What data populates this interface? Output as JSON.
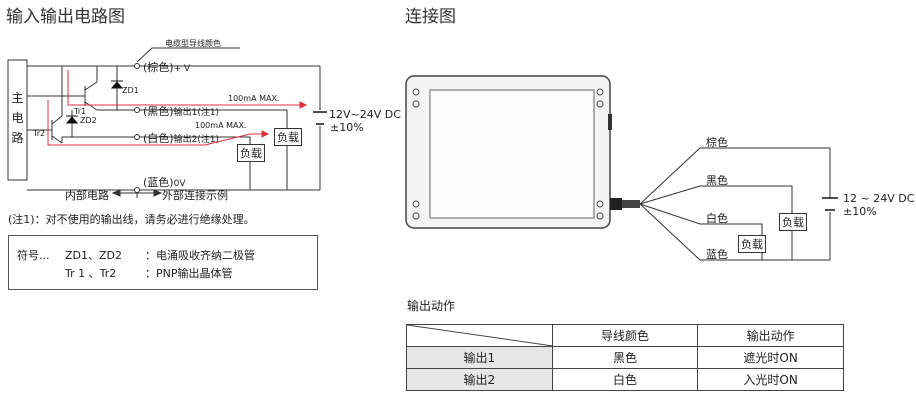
{
  "left": {
    "title": "输入输出电路图",
    "cable_color_note": "电缆型导线颜色",
    "main_circuit_chars": [
      "主",
      "电",
      "路"
    ],
    "wires": [
      {
        "color": "(棕色)",
        "suffix": "+ V"
      },
      {
        "color": "(黑色)",
        "suffix": "输出1(注1)"
      },
      {
        "color": "(白色)",
        "suffix": "输出2(注1)"
      },
      {
        "color": "(蓝色)",
        "suffix": "0V"
      }
    ],
    "zd1": "ZD1",
    "zd2": "ZD2",
    "tr1": "Tr1",
    "tr2": "Tr2",
    "current1": "100mA MAX.",
    "current2": "100mA MAX.",
    "load1": "负载",
    "load2": "负载",
    "supply": "12V~24V  DC",
    "supply_tol": "±10%",
    "internal": "内部电路",
    "external": "外部连接示例",
    "note": "(注1)：对不使用的输出线，请务必进行绝缘处理。",
    "symbols": {
      "label": "符号...",
      "row1_name": "ZD1、ZD2",
      "row1_desc": "：电涌吸收齐纳二极管",
      "row2_name": "Tr 1 、Tr2",
      "row2_desc": "：PNP输出晶体管"
    }
  },
  "right": {
    "title": "连接图",
    "wires": [
      "棕色",
      "黑色",
      "白色",
      "蓝色"
    ],
    "load1": "负载",
    "load2": "负载",
    "supply": "12 ~ 24V  DC",
    "supply_tol": "±10%",
    "output_title": "输出动作",
    "table": {
      "headers": [
        "",
        "导线颜色",
        "输出动作"
      ],
      "rows": [
        [
          "输出1",
          "黑色",
          "遮光时ON"
        ],
        [
          "输出2",
          "白色",
          "入光时ON"
        ]
      ]
    }
  }
}
